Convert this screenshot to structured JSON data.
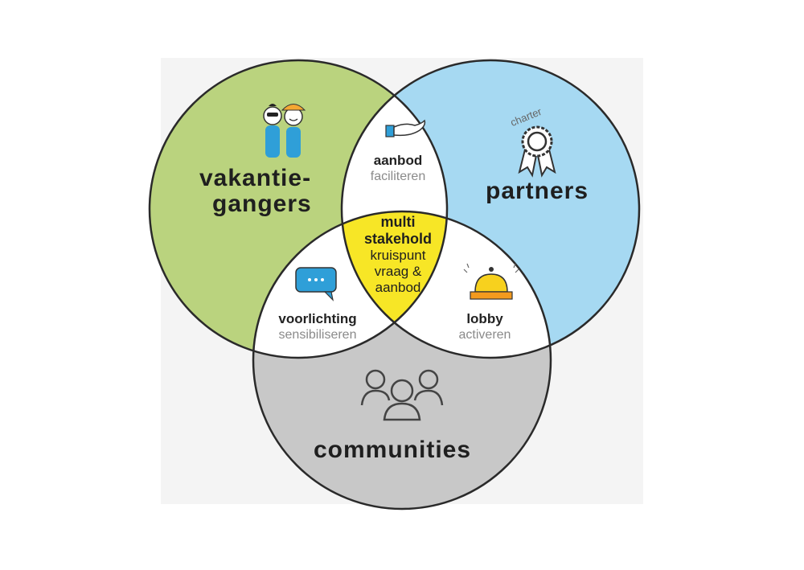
{
  "circles": [
    {
      "name": "vakantiegangers",
      "color": "#bad37e"
    },
    {
      "name": "partners",
      "color": "#a6d9f2"
    },
    {
      "name": "communities",
      "color": "#c8c8c8"
    }
  ],
  "colors": {
    "center": "#f7e626",
    "overlap": "#ffffff",
    "outline": "#2a2a2a",
    "backdrop": "#f4f4f4"
  },
  "labels": {
    "vakantiegangers_line1": "vakantie-",
    "vakantiegangers_line2": "gangers",
    "partners": "partners",
    "communities": "communities",
    "charter": "charter",
    "aanbod": "aanbod",
    "faciliteren": "faciliteren",
    "voorlichting": "voorlichting",
    "sensibiliseren": "sensibiliseren",
    "lobby": "lobby",
    "activeren": "activeren",
    "center_line1": "multi",
    "center_line2": "stakehold",
    "center_line3": "kruispunt",
    "center_line4": "vraag &",
    "center_line5": "aanbod"
  },
  "icons": [
    "two-people-icon",
    "charter-rosette-icon",
    "giving-hand-icon",
    "speech-bubble-icon",
    "service-bell-icon",
    "group-people-icon"
  ]
}
